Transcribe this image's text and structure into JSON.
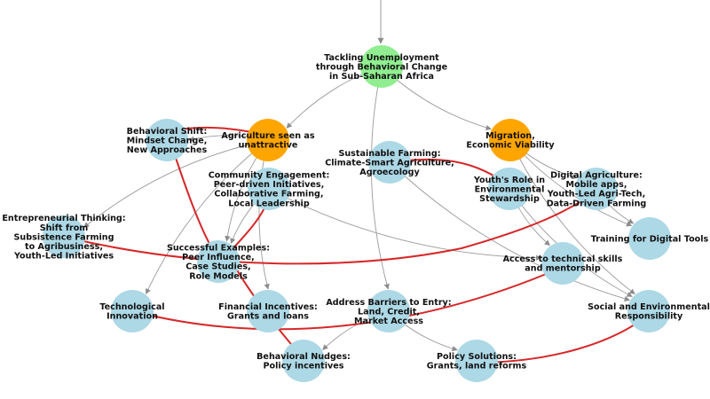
{
  "colors": {
    "background": "#ffffff",
    "node_default": "#add8e6",
    "node_root": "#90ee90",
    "node_highlight": "#ffa500",
    "edge": "#9a9a9a",
    "edge_highlight": "#d62728"
  },
  "nodes": [
    {
      "id": "root",
      "kind": "root",
      "lines": [
        "Tackling Unemployment",
        "through Behavioral Change",
        "in Sub-Saharan Africa"
      ]
    },
    {
      "id": "behavioral-shift",
      "kind": "default",
      "lines": [
        "Behavioral Shift:",
        "Mindset Change,",
        "New Approaches"
      ]
    },
    {
      "id": "agriculture-unattractive",
      "kind": "highlight",
      "lines": [
        "Agriculture seen as",
        "unattractive"
      ]
    },
    {
      "id": "migration",
      "kind": "highlight",
      "lines": [
        "Migration,",
        "Economic Viability"
      ]
    },
    {
      "id": "sustainable-farming",
      "kind": "default",
      "lines": [
        "Sustainable Farming:",
        "Climate-Smart Agriculture,",
        "Agroecology"
      ]
    },
    {
      "id": "community-engagement",
      "kind": "default",
      "lines": [
        "Community Engagement:",
        "Peer-driven Initiatives,",
        "Collaborative Farming,",
        "Local Leadership"
      ]
    },
    {
      "id": "youth-role",
      "kind": "default",
      "lines": [
        "Youth's Role in",
        "Environmental",
        "Stewardship"
      ]
    },
    {
      "id": "digital-agriculture",
      "kind": "default",
      "lines": [
        "Digital Agriculture:",
        "Mobile apps,",
        "Youth-Led Agri-Tech,",
        "Data-Driven Farming"
      ]
    },
    {
      "id": "entrepreneurial-thinking",
      "kind": "default",
      "lines": [
        "Entrepreneurial Thinking:",
        "Shift from",
        "Subsistence Farming",
        "to Agribusiness,",
        "Youth-Led Initiatives"
      ]
    },
    {
      "id": "training-digital",
      "kind": "default",
      "lines": [
        "Training for Digital Tools"
      ]
    },
    {
      "id": "successful-examples",
      "kind": "default",
      "lines": [
        "Successful Examples:",
        "Peer Influence,",
        "Case Studies,",
        "Role Models"
      ]
    },
    {
      "id": "access-technical",
      "kind": "default",
      "lines": [
        "Access to technical skills",
        "and mentorship"
      ]
    },
    {
      "id": "technological-innovation",
      "kind": "default",
      "lines": [
        "Technological",
        "Innovation"
      ]
    },
    {
      "id": "financial-incentives",
      "kind": "default",
      "lines": [
        "Financial Incentives:",
        "Grants and loans"
      ]
    },
    {
      "id": "address-barriers",
      "kind": "default",
      "lines": [
        "Address Barriers to Entry:",
        "Land, Credit,",
        "Market Access"
      ]
    },
    {
      "id": "social-environmental",
      "kind": "default",
      "lines": [
        "Social and Environmental",
        "Responsibility"
      ]
    },
    {
      "id": "behavioral-nudges",
      "kind": "default",
      "lines": [
        "Behavioral Nudges:",
        "Policy incentives"
      ]
    },
    {
      "id": "policy-solutions",
      "kind": "default",
      "lines": [
        "Policy Solutions:",
        "Grants, land reforms"
      ]
    }
  ],
  "edges": [
    {
      "from": "root",
      "to": "agriculture-unattractive",
      "style": "normal"
    },
    {
      "from": "root",
      "to": "migration",
      "style": "normal"
    },
    {
      "from": "root",
      "to": "address-barriers",
      "style": "normal"
    },
    {
      "from": "agriculture-unattractive",
      "to": "behavioral-shift",
      "style": "normal"
    },
    {
      "from": "agriculture-unattractive",
      "to": "entrepreneurial-thinking",
      "style": "normal"
    },
    {
      "from": "agriculture-unattractive",
      "to": "technological-innovation",
      "style": "normal"
    },
    {
      "from": "agriculture-unattractive",
      "to": "financial-incentives",
      "style": "normal"
    },
    {
      "from": "agriculture-unattractive",
      "to": "successful-examples",
      "style": "normal"
    },
    {
      "from": "community-engagement",
      "to": "successful-examples",
      "style": "normal"
    },
    {
      "from": "community-engagement",
      "to": "access-technical",
      "style": "normal"
    },
    {
      "from": "migration",
      "to": "digital-agriculture",
      "style": "normal"
    },
    {
      "from": "migration",
      "to": "training-digital",
      "style": "normal"
    },
    {
      "from": "migration",
      "to": "social-environmental",
      "style": "normal"
    },
    {
      "from": "youth-role",
      "to": "access-technical",
      "style": "normal"
    },
    {
      "from": "youth-role",
      "to": "social-environmental",
      "style": "normal"
    },
    {
      "from": "sustainable-farming",
      "to": "social-environmental",
      "style": "normal"
    },
    {
      "from": "digital-agriculture",
      "to": "training-digital",
      "style": "normal"
    },
    {
      "from": "address-barriers",
      "to": "behavioral-nudges",
      "style": "normal"
    },
    {
      "from": "address-barriers",
      "to": "policy-solutions",
      "style": "normal"
    },
    {
      "from": "behavioral-shift",
      "to": "agriculture-unattractive",
      "style": "highlight"
    },
    {
      "from": "agriculture-unattractive",
      "to": "successful-examples",
      "style": "highlight"
    },
    {
      "from": "successful-examples",
      "to": "community-engagement",
      "style": "highlight"
    },
    {
      "from": "entrepreneurial-thinking",
      "to": "digital-agriculture",
      "style": "highlight"
    },
    {
      "from": "sustainable-farming",
      "to": "migration",
      "style": "highlight"
    },
    {
      "from": "technological-innovation",
      "to": "access-technical",
      "style": "highlight"
    },
    {
      "from": "financial-incentives",
      "to": "behavioral-nudges",
      "style": "highlight"
    },
    {
      "from": "policy-solutions",
      "to": "social-environmental",
      "style": "highlight"
    }
  ]
}
